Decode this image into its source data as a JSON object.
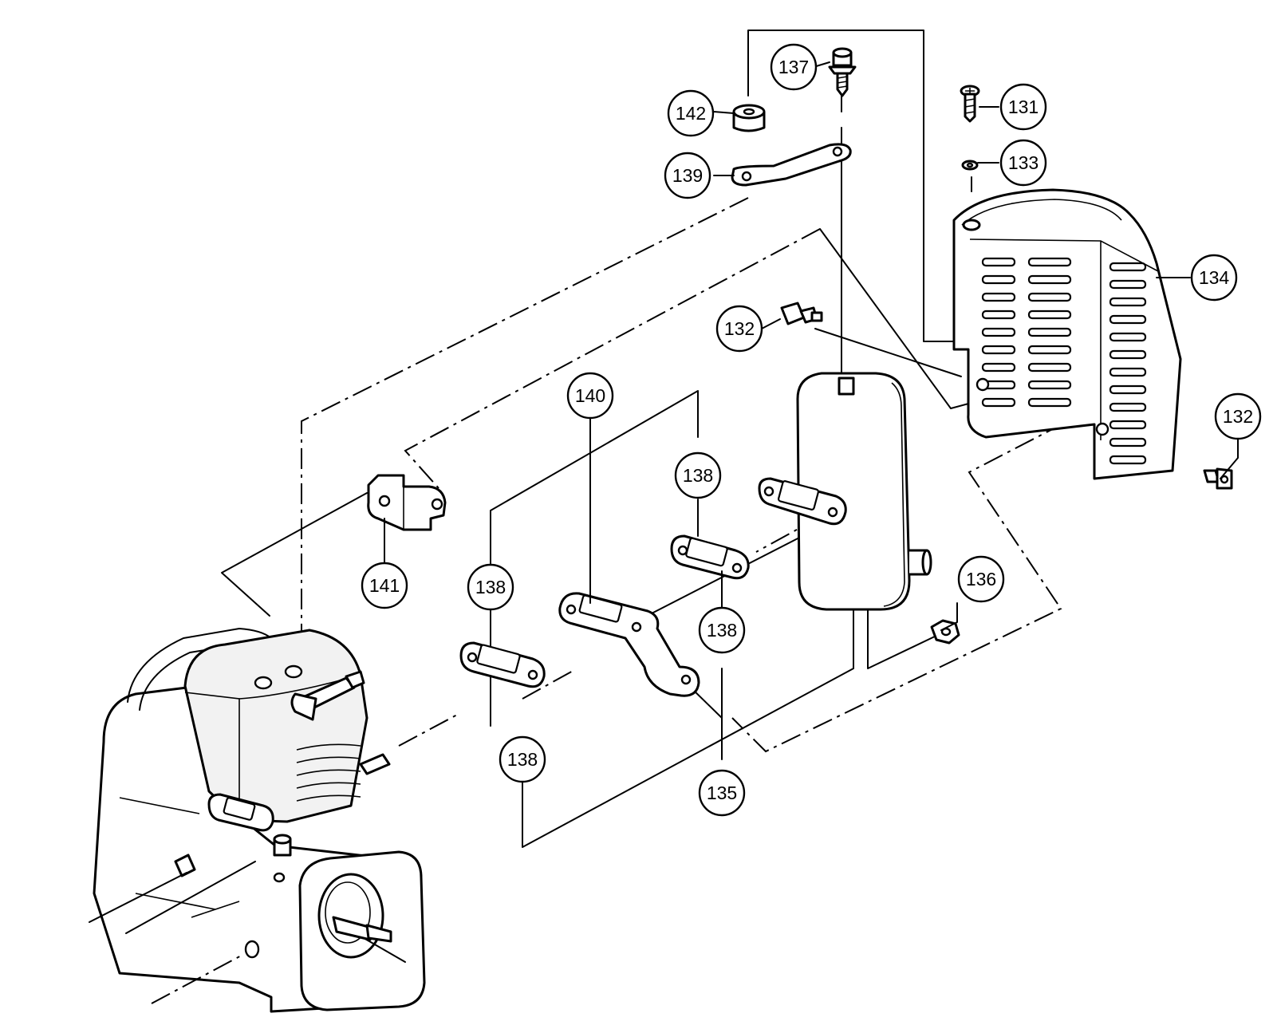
{
  "callouts": [
    {
      "id": "c137",
      "label": "137"
    },
    {
      "id": "c142",
      "label": "142"
    },
    {
      "id": "c139",
      "label": "139"
    },
    {
      "id": "c131",
      "label": "131"
    },
    {
      "id": "c133",
      "label": "133"
    },
    {
      "id": "c134",
      "label": "134"
    },
    {
      "id": "c132a",
      "label": "132"
    },
    {
      "id": "c132b",
      "label": "132"
    },
    {
      "id": "c140",
      "label": "140"
    },
    {
      "id": "c138a",
      "label": "138"
    },
    {
      "id": "c138b",
      "label": "138"
    },
    {
      "id": "c138c",
      "label": "138"
    },
    {
      "id": "c138d",
      "label": "138"
    },
    {
      "id": "c141",
      "label": "141"
    },
    {
      "id": "c136",
      "label": "136"
    },
    {
      "id": "c135",
      "label": "135"
    }
  ]
}
